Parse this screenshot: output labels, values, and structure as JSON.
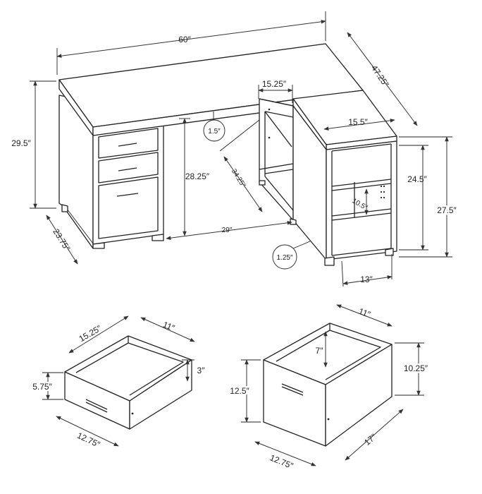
{
  "desk": {
    "width": "60″",
    "depth": "47.25″",
    "height": "29.5″",
    "pedestal_depth": "23.75″",
    "knee_height": "28.25″",
    "knee_width": "29″",
    "top_thickness": "1.5″",
    "return_shelf_width": "15.25″",
    "return_diagonal": "34.25″",
    "return_top_width": "15.5″",
    "shelf_inner_height": "24.5″",
    "return_height": "27.5″",
    "shelf_spacing": "10.5″",
    "return_base_width": "13″",
    "return_top_thickness": "1.25″"
  },
  "small_drawer": {
    "depth": "15.25″",
    "width": "11″",
    "inner_height": "3″",
    "front_height": "5.75″",
    "front_width": "12.75″"
  },
  "file_drawer": {
    "width": "11″",
    "inner_height": "7″",
    "height": "10.25″",
    "front_height": "12.5″",
    "depth": "17″",
    "front_width": "12.75″"
  }
}
